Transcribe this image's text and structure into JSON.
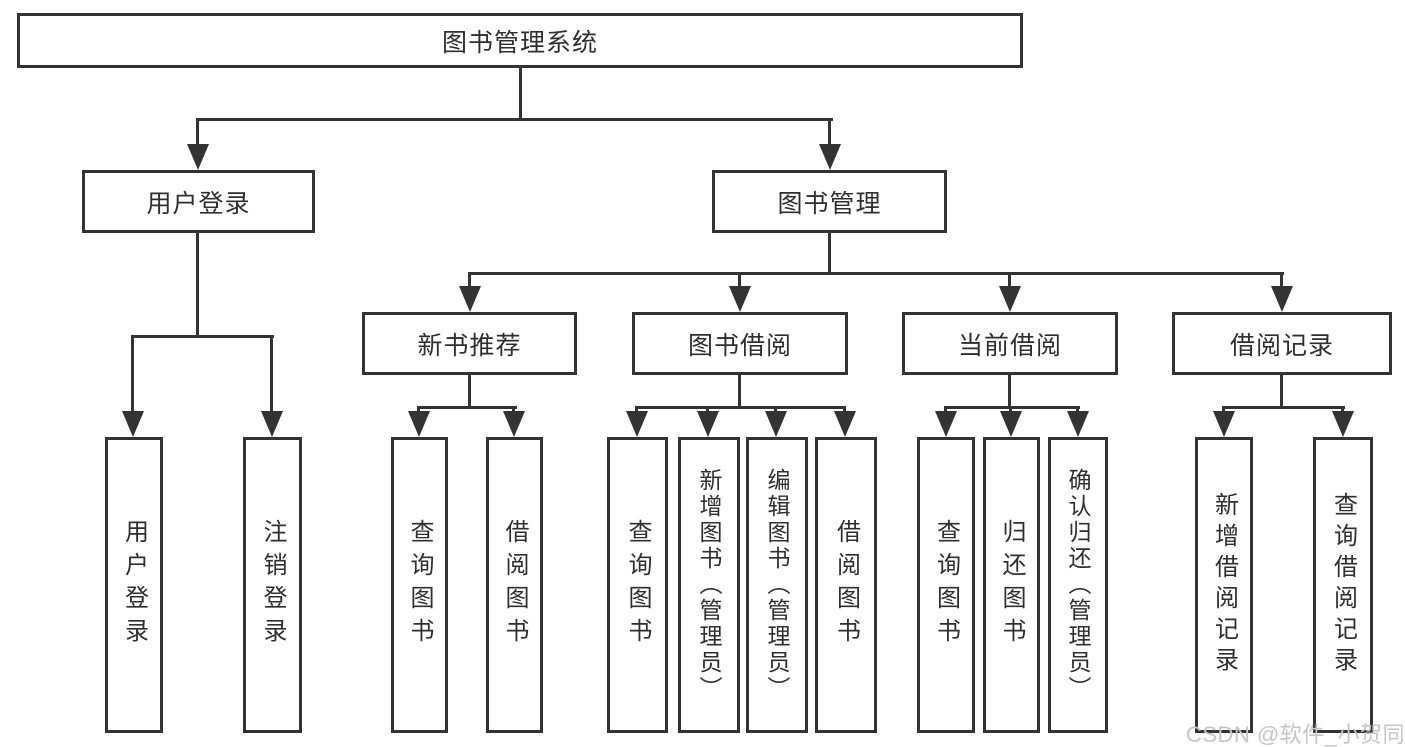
{
  "diagram": {
    "title": "图书管理系统",
    "root": {
      "label": "图书管理系统"
    },
    "level2": {
      "user_login": {
        "label": "用户登录"
      },
      "book_mgmt": {
        "label": "图书管理"
      }
    },
    "level3": {
      "new_books": {
        "label": "新书推荐"
      },
      "book_borrow": {
        "label": "图书借阅"
      },
      "current_borrow": {
        "label": "当前借阅"
      },
      "borrow_records": {
        "label": "借阅记录"
      }
    },
    "leaves": {
      "user_login": [
        "用户登录",
        "注销登录"
      ],
      "new_books": [
        "查询图书",
        "借阅图书"
      ],
      "book_borrow": [
        "查询图书",
        "新增图书（管理员）",
        "编辑图书（管理员）",
        "借阅图书"
      ],
      "current_borrow": [
        "查询图书",
        "归还图书",
        "确认归还（管理员）"
      ],
      "borrow_records": [
        "新增借阅记录",
        "查询借阅记录"
      ]
    }
  },
  "watermark": "CSDN @软件_小贺同学",
  "colors": {
    "line": "#333333",
    "box_fill": "#ffffff",
    "text": "#2f2f2f",
    "watermark": "#c6c6c6",
    "bg": "#ffffff"
  }
}
